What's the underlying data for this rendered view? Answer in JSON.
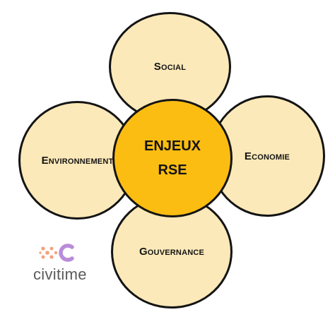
{
  "petals": {
    "top": "Social",
    "left": "Environnement",
    "right": "Economie",
    "bottom": "Gouvernance"
  },
  "center": {
    "line1": "ENJEUX",
    "line2": "RSE"
  },
  "logo": {
    "text": "civitime",
    "colors": {
      "dots": "#f5a07a",
      "c": "#b98cd9"
    }
  },
  "colors": {
    "petal_fill": "#fce9b9",
    "center_fill": "#fcbd12",
    "outline": "#141414"
  }
}
